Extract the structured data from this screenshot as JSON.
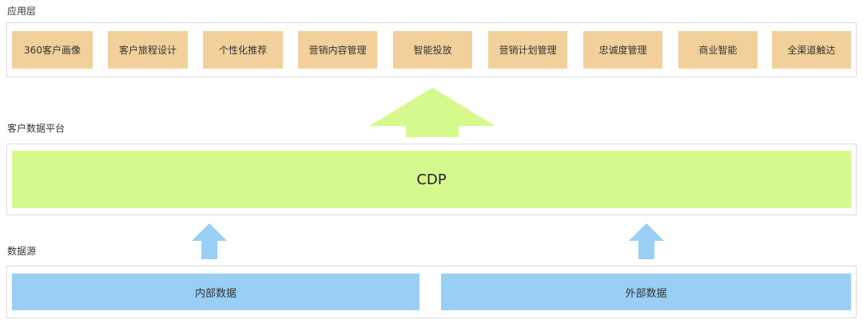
{
  "app_layer": {
    "title": "应用层",
    "items": [
      {
        "label": "360客户画像"
      },
      {
        "label": "客户旅程设计"
      },
      {
        "label": "个性化推荐"
      },
      {
        "label": "营销内容管理"
      },
      {
        "label": "智能投放"
      },
      {
        "label": "营销计划管理"
      },
      {
        "label": "忠诚度管理"
      },
      {
        "label": "商业智能"
      },
      {
        "label": "全渠道触达"
      }
    ],
    "tile_color": "#f1d09b"
  },
  "platform_layer": {
    "title": "客户数据平台",
    "cdp_label": "CDP",
    "bar_color": "#d6f98e"
  },
  "source_layer": {
    "title": "数据源",
    "internal_label": "内部数据",
    "external_label": "外部数据",
    "bar_color": "#99cff4"
  },
  "arrows": {
    "up_green_color": "#d6f98e",
    "up_blue_color": "#99cff4"
  }
}
